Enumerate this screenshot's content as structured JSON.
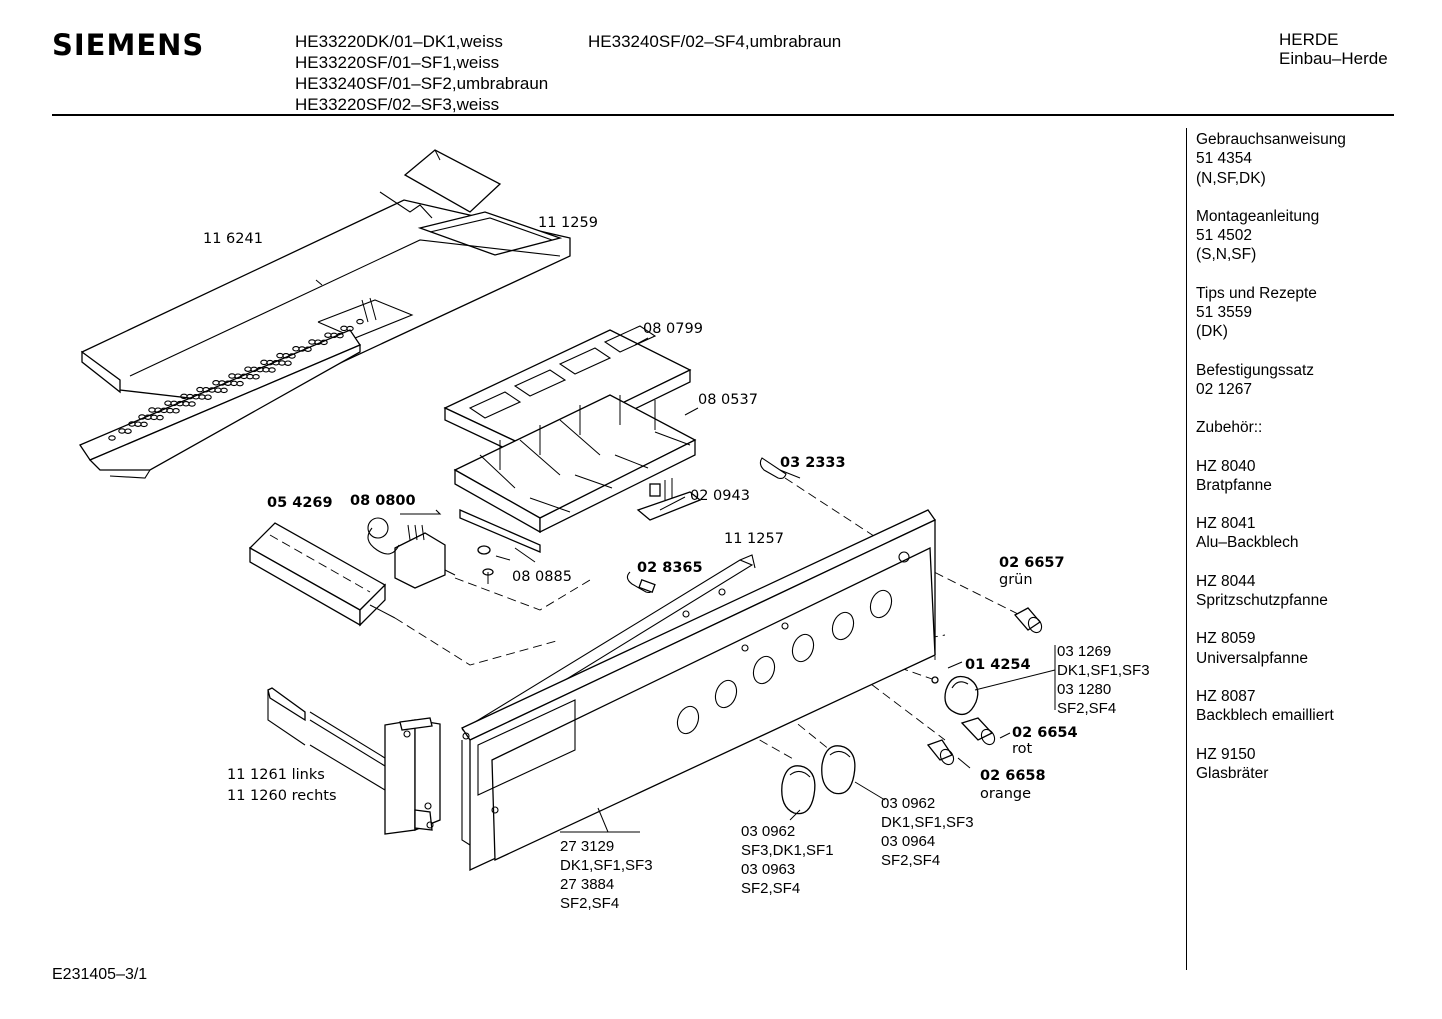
{
  "header": {
    "brand": "SIEMENS",
    "models_col1": [
      "HE33220DK/01–DK1,weiss",
      "HE33220SF/01–SF1,weiss",
      "HE33240SF/01–SF2,umbrabraun",
      "HE33220SF/02–SF3,weiss"
    ],
    "models_col2": [
      "HE33240SF/02–SF4,umbrabraun"
    ],
    "category": [
      "HERDE",
      "Einbau–Herde"
    ]
  },
  "sidebar": [
    [
      "Gebrauchsanweisung",
      "51 4354",
      "(N,SF,DK)"
    ],
    [
      "Montageanleitung",
      "51 4502",
      "(S,N,SF)"
    ],
    [
      "Tips und Rezepte",
      "51 3559",
      "(DK)"
    ],
    [
      "Befestigungssatz",
      "02 1267"
    ],
    [
      "Zubehör::"
    ],
    [
      "HZ 8040",
      "Bratpfanne"
    ],
    [
      "HZ 8041",
      "Alu–Backblech"
    ],
    [
      "HZ 8044",
      "Spritzschutzpfanne"
    ],
    [
      "HZ 8059",
      "Universalpfanne"
    ],
    [
      "HZ 8087",
      "Backblech emailliert"
    ],
    [
      "HZ 9150",
      "Glasbräter"
    ]
  ],
  "parts": {
    "p116241": "11 6241",
    "p111259": "11 1259",
    "p080799": "08 0799",
    "p080537": "08 0537",
    "p032333": "03 2333",
    "p020943": "02 0943",
    "p054269": "05 4269",
    "p080800": "08 0800",
    "p111257": "11 1257",
    "p080885": "08 0885",
    "p028365": "02 8365",
    "p026657": "02 6657",
    "p026657_color": "grün",
    "p014254": "01 4254",
    "p031269": [
      "03 1269",
      "DK1,SF1,SF3",
      "03 1280",
      "SF2,SF4"
    ],
    "p026654": "02 6654",
    "p026654_color": "rot",
    "p026658": "02 6658",
    "p026658_color": "orange",
    "p111261": "11 1261 links",
    "p111260": "11 1260 rechts",
    "p030962a": [
      "03 0962",
      "DK1,SF1,SF3",
      "03 0964",
      "SF2,SF4"
    ],
    "p030962b": [
      "03 0962",
      "SF3,DK1,SF1",
      "03 0963",
      "SF2,SF4"
    ],
    "p273129": [
      "27 3129",
      "DK1,SF1,SF3",
      "27 3884",
      "SF2,SF4"
    ]
  },
  "footer": {
    "code": "E231405–3/1"
  }
}
